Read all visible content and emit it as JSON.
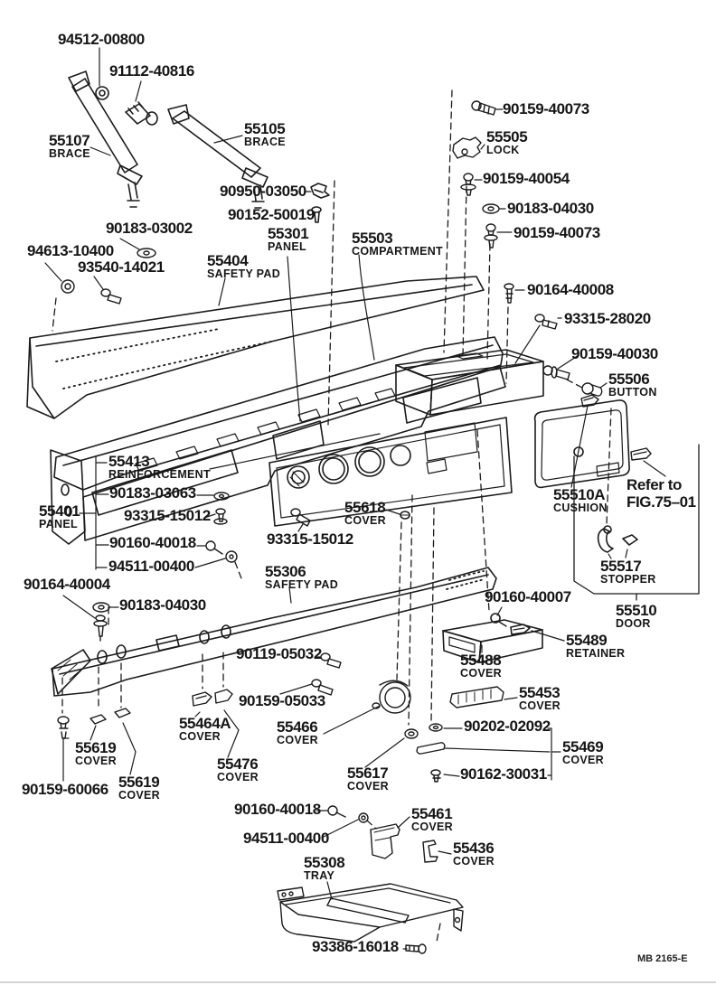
{
  "figure": {
    "footer_code": "MB 2165-E"
  },
  "labels": [
    {
      "code": "94512-00800",
      "name": ""
    },
    {
      "code": "91112-40816",
      "name": ""
    },
    {
      "code": "55107",
      "name": "BRACE"
    },
    {
      "code": "55105",
      "name": "BRACE"
    },
    {
      "code": "90950-03050",
      "name": ""
    },
    {
      "code": "90152-50019",
      "name": ""
    },
    {
      "code": "90159-40073",
      "name": ""
    },
    {
      "code": "55505",
      "name": "LOCK"
    },
    {
      "code": "90159-40054",
      "name": ""
    },
    {
      "code": "90183-04030",
      "name": ""
    },
    {
      "code": "90159-40073",
      "name": ""
    },
    {
      "code": "90164-40008",
      "name": ""
    },
    {
      "code": "93315-28020",
      "name": ""
    },
    {
      "code": "90159-40030",
      "name": ""
    },
    {
      "code": "55506",
      "name": "BUTTON"
    },
    {
      "code": "Refer to",
      "name": "FIG.75–01"
    },
    {
      "code": "55510A",
      "name": "CUSHION"
    },
    {
      "code": "55517",
      "name": "STOPPER"
    },
    {
      "code": "55510",
      "name": "DOOR"
    },
    {
      "code": "90160-40007",
      "name": ""
    },
    {
      "code": "55489",
      "name": "RETAINER"
    },
    {
      "code": "55488",
      "name": "COVER"
    },
    {
      "code": "55453",
      "name": "COVER"
    },
    {
      "code": "90202-02092",
      "name": ""
    },
    {
      "code": "55469",
      "name": "COVER"
    },
    {
      "code": "90162-30031",
      "name": ""
    },
    {
      "code": "55503",
      "name": "COMPARTMENT"
    },
    {
      "code": "55301",
      "name": "PANEL"
    },
    {
      "code": "55404",
      "name": "SAFETY PAD"
    },
    {
      "code": "90183-03002",
      "name": ""
    },
    {
      "code": "94613-10400",
      "name": ""
    },
    {
      "code": "93540-14021",
      "name": ""
    },
    {
      "code": "55413",
      "name": "REINFORCEMENT"
    },
    {
      "code": "90183-03063",
      "name": ""
    },
    {
      "code": "93315-15012",
      "name": ""
    },
    {
      "code": "90160-40018",
      "name": ""
    },
    {
      "code": "94511-00400",
      "name": ""
    },
    {
      "code": "55401",
      "name": "PANEL"
    },
    {
      "code": "93315-15012",
      "name": ""
    },
    {
      "code": "55618",
      "name": "COVER"
    },
    {
      "code": "55306",
      "name": "SAFETY PAD"
    },
    {
      "code": "90164-40004",
      "name": ""
    },
    {
      "code": "90183-04030",
      "name": ""
    },
    {
      "code": "90119-05032",
      "name": ""
    },
    {
      "code": "90159-05033",
      "name": ""
    },
    {
      "code": "55466",
      "name": "COVER"
    },
    {
      "code": "55617",
      "name": "COVER"
    },
    {
      "code": "55464A",
      "name": "COVER"
    },
    {
      "code": "55476",
      "name": "COVER"
    },
    {
      "code": "55619",
      "name": "COVER"
    },
    {
      "code": "55619",
      "name": "COVER"
    },
    {
      "code": "90159-60066",
      "name": ""
    },
    {
      "code": "90160-40018",
      "name": ""
    },
    {
      "code": "94511-00400",
      "name": ""
    },
    {
      "code": "55461",
      "name": "COVER"
    },
    {
      "code": "55436",
      "name": "COVER"
    },
    {
      "code": "55308",
      "name": "TRAY"
    },
    {
      "code": "93386-16018",
      "name": ""
    }
  ]
}
